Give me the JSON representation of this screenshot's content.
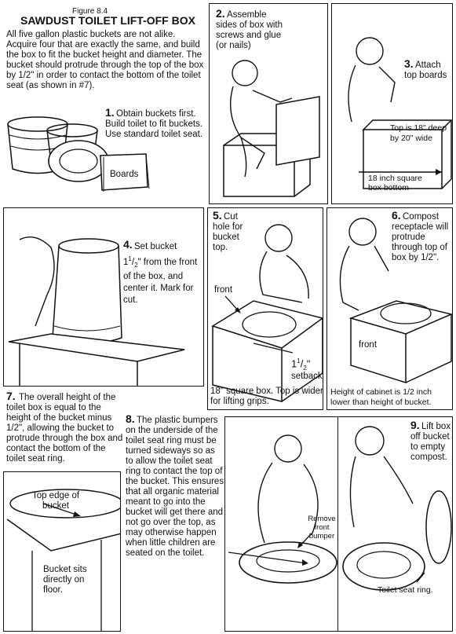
{
  "header": {
    "figure": "Figure 8.4",
    "title": "SAWDUST TOILET LIFT-OFF BOX",
    "intro": "All five gallon plastic buckets are not alike. Acquire four that are exactly the same, and build the box to fit the bucket height and diameter. The bucket should protrude through the top of the box by 1/2\" in order to contact the bottom of the toilet seat (as shown in #7)."
  },
  "steps": {
    "s1": {
      "num": "1.",
      "text": "Obtain buckets first. Build toilet to fit buckets. Use standard toilet seat.",
      "boards": "Boards"
    },
    "s2": {
      "num": "2.",
      "text": "Assemble sides of box with screws and glue (or nails)"
    },
    "s3": {
      "num": "3.",
      "text": "Attach top boards",
      "top_dim": "Top is 18\" deep by 20\" wide",
      "box_bottom": "18 inch square box bottom"
    },
    "s4": {
      "num": "4.",
      "text_a": "Set bucket",
      "whole": "1",
      "frac_num": "1",
      "frac_den": "2",
      "text_b": "\" from the front of the box, and center it. Mark for cut."
    },
    "s5": {
      "num": "5.",
      "text": "Cut hole for bucket top.",
      "front": "front",
      "setback": "setback",
      "caption": "18\" square box. Top is wider for lifting grips."
    },
    "s6": {
      "num": "6.",
      "text": "Compost receptacle will protrude through top of box by 1/2\".",
      "front": "front",
      "caption": "Height of cabinet is 1/2 inch lower than height of bucket."
    },
    "s7": {
      "num": "7.",
      "text": "The overall height of the toilet box is equal to the height of the bucket minus 1/2\", allowing the bucket to protrude through the box and contact the bottom of the toilet seat ring.",
      "top_edge": "Top edge of bucket",
      "sits": "Bucket sits directly on floor."
    },
    "s8": {
      "num": "8.",
      "text": "The plastic bumpers on the underside of the toilet seat ring must be turned sideways so as to allow the toilet seat ring to contact the top of the bucket. This ensures that all organic material meant to go into the bucket will get there and not go over the top, as may otherwise happen when little children are seated on the toilet.",
      "remove": "Remove front bumper"
    },
    "s9": {
      "num": "9.",
      "text": "Lift box off bucket to empty compost.",
      "seat": "Toilet seat ring."
    }
  }
}
